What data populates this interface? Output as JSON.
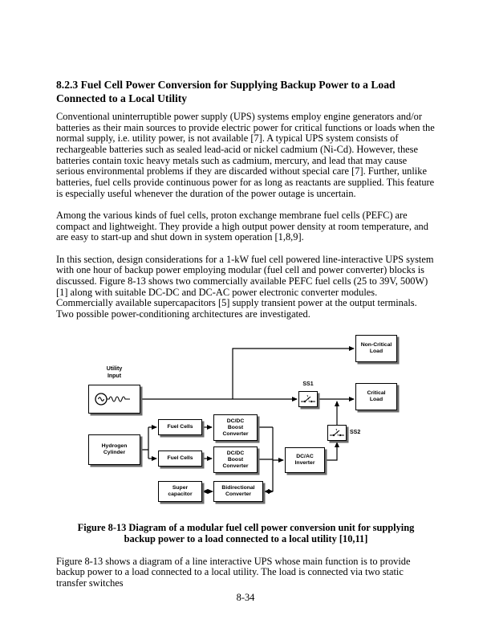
{
  "page": {
    "heading": "8.2.3 Fuel Cell Power Conversion for Supplying Backup Power to a Load Connected to a Local Utility",
    "para1": "Conventional uninterruptible power supply (UPS) systems employ engine generators and/or batteries as their main sources to provide electric power for critical functions or loads when the normal supply, i.e. utility power, is not available [7]. A typical UPS system consists of rechargeable batteries such as sealed lead-acid or nickel cadmium (Ni-Cd). However, these batteries contain toxic heavy metals such as cadmium, mercury, and lead that may cause serious environmental problems if they are discarded without special care [7]. Further, unlike batteries, fuel cells provide continuous power for as long as reactants are supplied. This feature is especially useful whenever the duration of the power outage is uncertain.",
    "para2": "Among the various kinds of fuel cells, proton exchange membrane fuel cells (PEFC) are compact and lightweight. They provide a high output power density at room temperature, and are easy to start-up and shut down in system operation [1,8,9].",
    "para3": "In this section, design considerations for a 1-kW fuel cell powered line-interactive UPS system with one hour of backup power employing modular (fuel cell and power converter) blocks is discussed. Figure 8-13 shows two commercially available PEFC fuel cells (25 to 39V, 500W) [1] along with suitable DC-DC and DC-AC power electronic converter modules. Commercially available supercapacitors [5] supply transient power at the output terminals. Two possible power-conditioning architectures are investigated.",
    "caption": "Figure 8-13 Diagram of a modular fuel cell power conversion unit for supplying backup power to a load connected to a local utility [10,11]",
    "para4": "Figure 8-13 shows a diagram of a line interactive UPS whose main function is to provide backup power to a load connected to a local utility. The load is connected via two static transfer switches",
    "page_number": "8-34"
  },
  "diagram": {
    "utility_input": "Utility\nInput",
    "non_critical_load": "Non-Critical\nLoad",
    "critical_load": "Critical\nLoad",
    "ss1": "SS1",
    "ss2": "SS2",
    "hydrogen_cylinder": "Hydrogen\nCylinder",
    "fuel_cells": "Fuel Cells",
    "dcdc_boost": "DC/DC\nBoost\nConverter",
    "dcac_inverter": "DC/AC\nInverter",
    "super_capacitor": "Super\ncapacitor",
    "bidirectional": "Bidirectional\nConverter"
  }
}
